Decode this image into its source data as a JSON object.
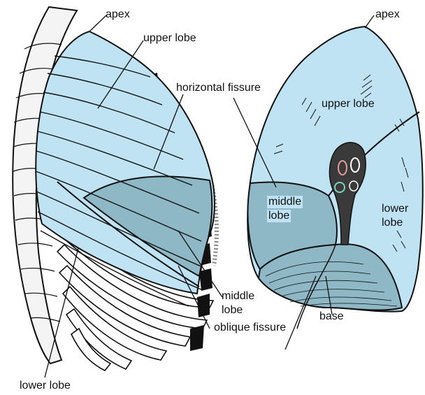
{
  "labels": {
    "left_apex": "apex",
    "left_upper_lobe": "upper lobe",
    "horizontal_fissure": "horizontal fissure",
    "left_middle_lobe_line1": "middle",
    "left_middle_lobe_line2": "lobe",
    "oblique_fissure": "oblique fissure",
    "left_lower_lobe": "lower lobe",
    "right_apex": "apex",
    "right_upper_lobe": "upper lobe",
    "right_middle_lobe_line1": "middle",
    "right_middle_lobe_line2": "lobe",
    "right_lower_lobe_line1": "lower",
    "right_lower_lobe_line2": "lobe",
    "base": "base"
  },
  "colors": {
    "lung_light": "#bfe3f2",
    "lung_mid": "#8fb8c6",
    "lung_dark": "#6f9aa8",
    "outline": "#111111",
    "bone": "#f2f2f2",
    "hilum": "#3a3a3a"
  }
}
